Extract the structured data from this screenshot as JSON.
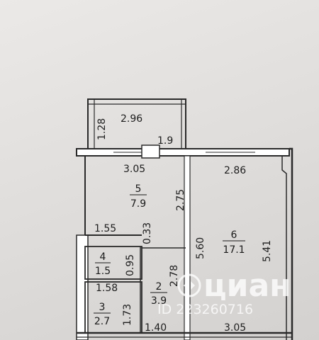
{
  "rooms": [
    {
      "number": "5",
      "area": "7.9"
    },
    {
      "number": "6",
      "area": "17.1"
    },
    {
      "number": "4",
      "area": "1.5"
    },
    {
      "number": "2",
      "area": "3.9"
    },
    {
      "number": "3",
      "area": "2.7"
    }
  ],
  "dimensions": {
    "balcony_width": "2.96",
    "balcony_depth": "1.28",
    "balcony_inner": "1.9",
    "kitchen_width": "3.05",
    "kitchen_depth": "2.75",
    "room_width_top": "2.86",
    "room_depth": "5.60",
    "room_depth_outer": "5.41",
    "hall_left": "1.55",
    "hall_depth": "0.33",
    "wc_depth": "0.95",
    "hall_lower_depth": "2.78",
    "bath_width": "1.58",
    "bath_depth": "1.73",
    "corridor_bottom": "1.40",
    "room_width_bottom": "3.05"
  },
  "watermark": {
    "brand": "циан",
    "id": "ID 223260716"
  }
}
